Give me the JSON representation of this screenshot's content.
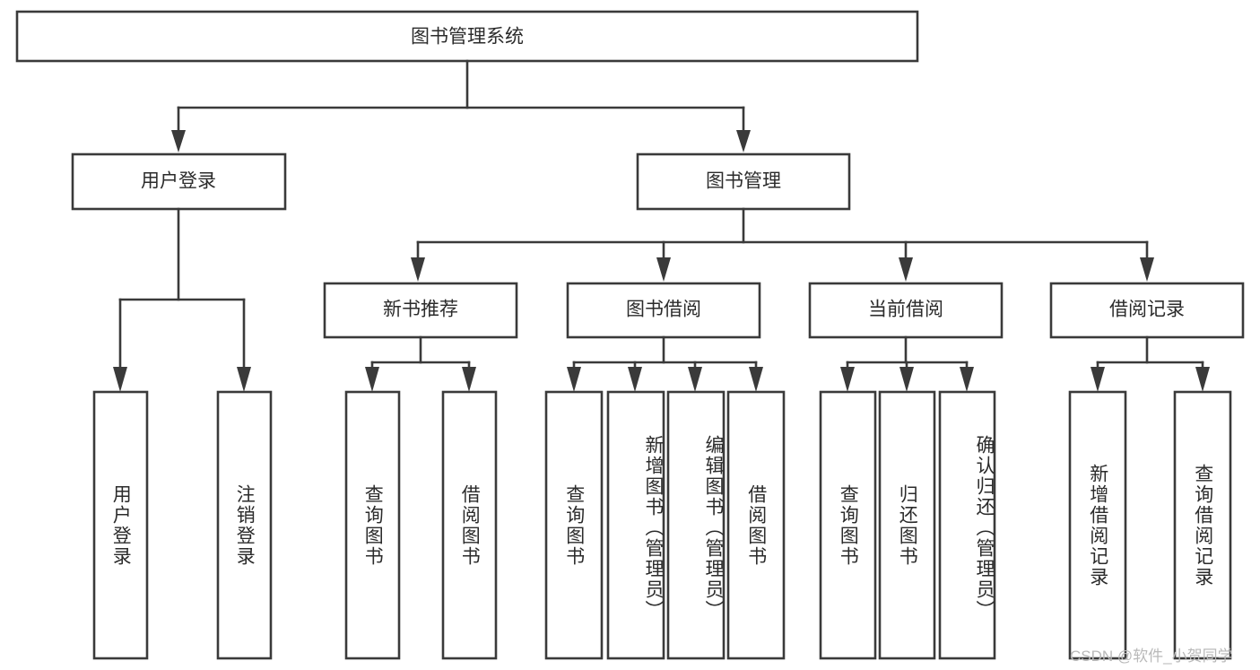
{
  "diagram": {
    "type": "tree-hierarchy",
    "title": "图书管理系统",
    "levels": {
      "root": {
        "label": "图书管理系统"
      },
      "level1": [
        {
          "label": "用户登录"
        },
        {
          "label": "图书管理"
        }
      ],
      "level2": [
        {
          "label": "新书推荐"
        },
        {
          "label": "图书借阅"
        },
        {
          "label": "当前借阅"
        },
        {
          "label": "借阅记录"
        }
      ]
    },
    "leaves": {
      "user_login": [
        {
          "label": "用户登录"
        },
        {
          "label": "注销登录"
        }
      ],
      "new_book": [
        {
          "label": "查询图书"
        },
        {
          "label": "借阅图书"
        }
      ],
      "borrow_book": [
        {
          "label": "查询图书"
        },
        {
          "label": "新增图书（管理员）"
        },
        {
          "label": "编辑图书（管理员）"
        },
        {
          "label": "借阅图书"
        }
      ],
      "current_borrow": [
        {
          "label": "查询图书"
        },
        {
          "label": "归还图书"
        },
        {
          "label": "确认归还（管理员）"
        }
      ],
      "borrow_record": [
        {
          "label": "新增借阅记录"
        },
        {
          "label": "查询借阅记录"
        }
      ]
    },
    "colors": {
      "background": "#ffffff",
      "box_fill": "#ffffff",
      "box_stroke": "#3a3a3a",
      "text": "#2b2b2b",
      "watermark": "#b9b9b9"
    }
  },
  "watermark": {
    "text": "CSDN @软件_小贺同学"
  }
}
